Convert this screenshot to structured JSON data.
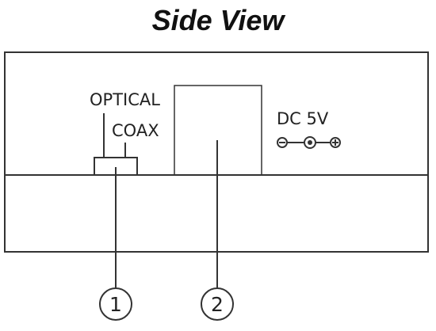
{
  "title": "Side View",
  "labels": {
    "optical": "OPTICAL",
    "coax": "COAX",
    "dc": "DC 5V"
  },
  "callouts": [
    "1",
    "2"
  ],
  "colors": {
    "ink": "#333333",
    "background": "#ffffff"
  }
}
